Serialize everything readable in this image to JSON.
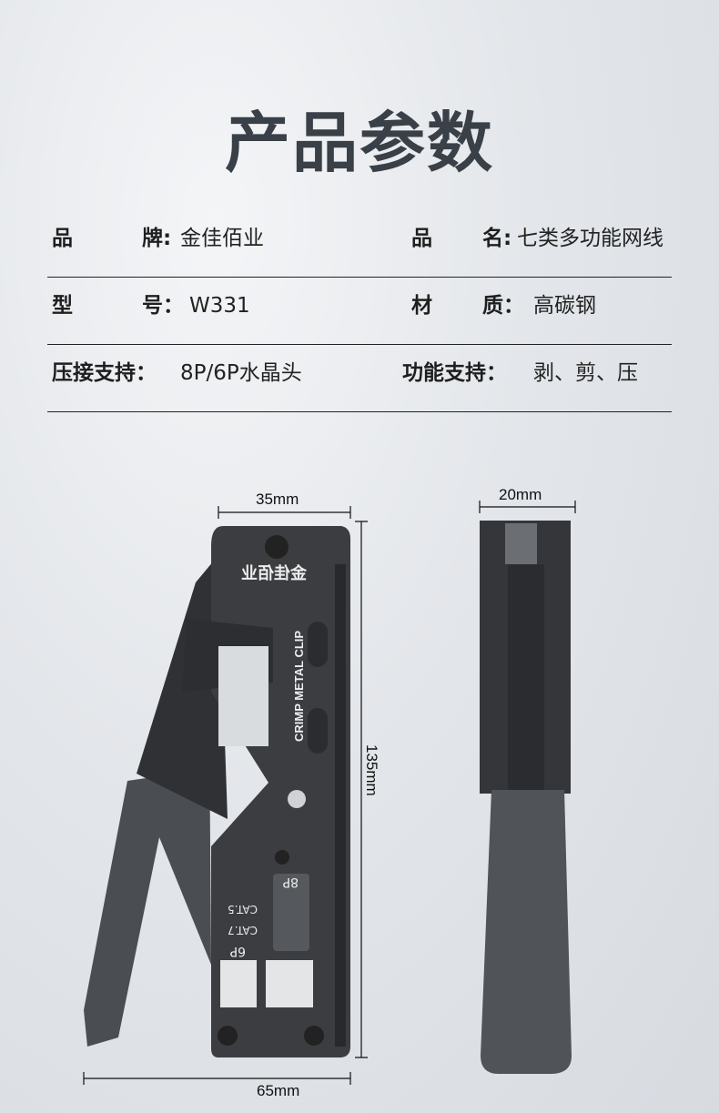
{
  "title": "产品参数",
  "specs": {
    "brand": {
      "label_a": "品",
      "label_b": "牌:",
      "value": "金佳佰业"
    },
    "name": {
      "label_a": "品",
      "label_b": "名:",
      "value": "七类多功能网线"
    },
    "model": {
      "label_a": "型",
      "label_b": "号：",
      "value": "W331"
    },
    "material": {
      "label_a": "材",
      "label_b": "质：",
      "value": "高碳钢"
    },
    "crimp": {
      "label": "压接支持：",
      "value": "8P/6P水晶头"
    },
    "function": {
      "label": "功能支持：",
      "value": "剥、剪、压"
    }
  },
  "tool": {
    "logo_text": "金佳佰业",
    "crimp_label": "CRIMP METAL CLIP",
    "port_8p": "8P",
    "port_6p": "6P",
    "cat5": "CAT.5",
    "cat7": "CAT.7"
  },
  "dimensions": {
    "front_width": "35mm",
    "side_width": "20mm",
    "height": "135mm",
    "total_width": "65mm"
  }
}
